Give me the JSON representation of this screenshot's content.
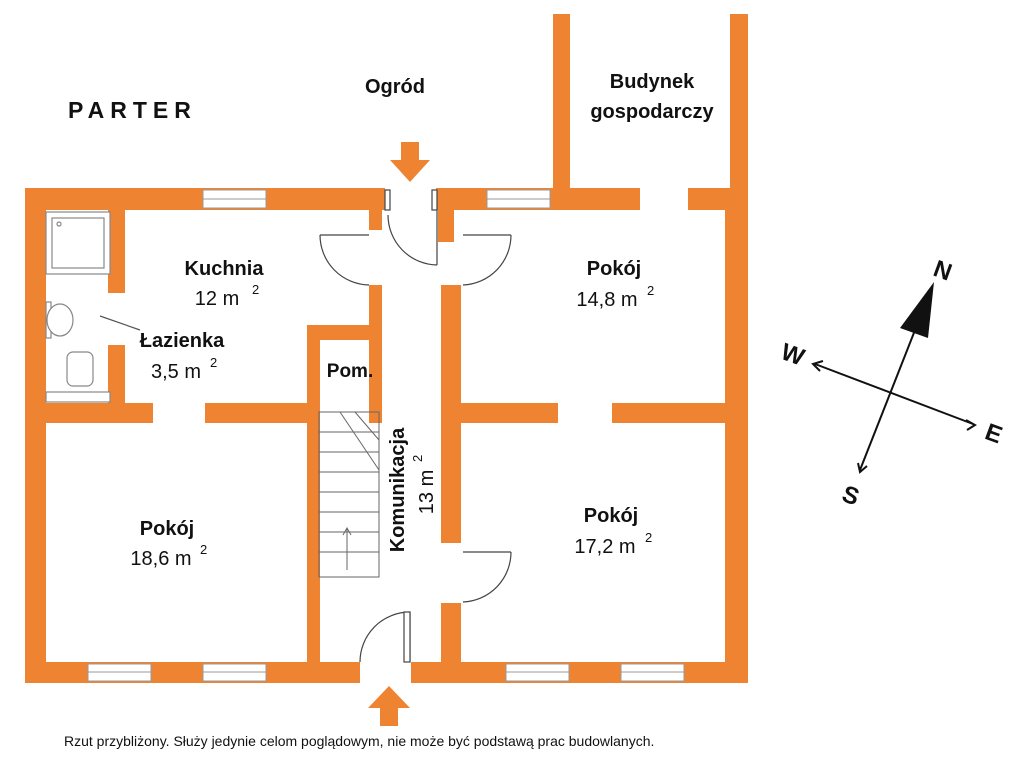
{
  "floor_title": "PARTER",
  "outside": {
    "garden": "Ogród",
    "outbuilding_line1": "Budynek",
    "outbuilding_line2": "gospodarczy"
  },
  "rooms": {
    "kitchen": {
      "name": "Kuchnia",
      "area": "12 m",
      "sup": "2"
    },
    "bathroom": {
      "name": "Łazienka",
      "area": "3,5 m",
      "sup": "2"
    },
    "utility": {
      "name": "Pom."
    },
    "corridor": {
      "name": "Komunikacja",
      "area": "13 m",
      "sup": "2"
    },
    "room_nw": {
      "name": "Pokój",
      "area": "14,8 m",
      "sup": "2"
    },
    "room_sw": {
      "name": "Pokój",
      "area": "18,6 m",
      "sup": "2"
    },
    "room_se": {
      "name": "Pokój",
      "area": "17,2 m",
      "sup": "2"
    }
  },
  "compass": {
    "n": "N",
    "s": "S",
    "e": "E",
    "w": "W"
  },
  "disclaimer": "Rzut przybliżony. Służy jedynie celom poglądowym, nie może być podstawą prac budowlanych.",
  "colors": {
    "wall": "#EE8432",
    "arrow": "#EE8432",
    "fixture": "#888888",
    "compass": "#111111"
  }
}
